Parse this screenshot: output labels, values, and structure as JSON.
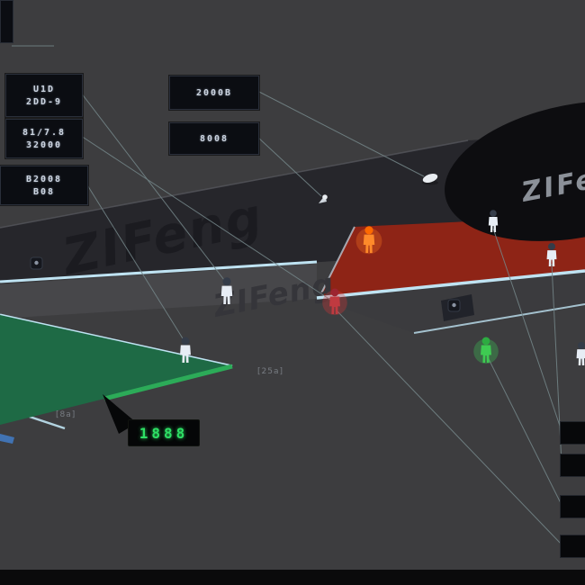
{
  "scene": {
    "colors": {
      "bg": "#3d3d3f",
      "track": "#26262b",
      "track_edge": "#55565c",
      "blob": "#0d0d10",
      "red_zone": "#8e2416",
      "red_strip": "#e23424",
      "mid_band": "#47474a",
      "mid_band_right": "#3b3b3e",
      "green_zone": "#1e6a45",
      "green_strip": "#2cab58",
      "court_line": "#bfe3f2",
      "court_line_soft": "#c9dce9",
      "leader_line": "#75878a",
      "logo_track": "#1b1b20",
      "logo_mid": "#35353a",
      "logo_corner": "#8b9098",
      "bottom_bar": "#0a0a0b",
      "shuttle": "#e9edf1",
      "led_green": "#2ee065"
    },
    "logos": {
      "track": "ZIFeng",
      "mid": "ZIFeng",
      "corner": "ZIFe"
    },
    "figures": [
      {
        "name": "player-1",
        "body": "#e7edf5",
        "head": "#343c49"
      },
      {
        "name": "player-2",
        "body": "#e7edf5",
        "head": "#343c49"
      },
      {
        "name": "player-orange",
        "body": "#ff8a2a",
        "head": "#ff6a00",
        "glow": "#ff7a20"
      },
      {
        "name": "player-red",
        "body": "#c03a40",
        "head": "#9c2430",
        "glow": "#e03434"
      },
      {
        "name": "player-3",
        "body": "#e7edf5",
        "head": "#343c49"
      },
      {
        "name": "player-4",
        "body": "#e7edf5",
        "head": "#343c49"
      },
      {
        "name": "player-green",
        "body": "#3ecb52",
        "head": "#2dab41",
        "glow": "#3bd455"
      },
      {
        "name": "player-5",
        "body": "#e7edf5",
        "head": "#343c49"
      }
    ]
  },
  "callouts": {
    "a": {
      "line1": "U1D",
      "line2": "2DD-9"
    },
    "b": {
      "line1": "81/7.8",
      "line2": "32000"
    },
    "c": {
      "line1": "B2008",
      "line2": "B08"
    },
    "d": {
      "line1": "2000B"
    },
    "e": {
      "line1": "8008"
    }
  },
  "led": {
    "value": "1888"
  },
  "labels": {
    "mid": "[25a]",
    "left": "[8a]"
  }
}
